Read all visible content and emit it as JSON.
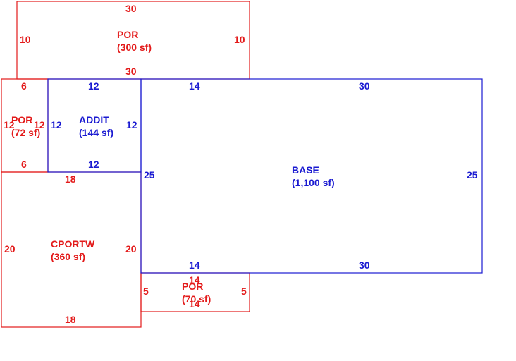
{
  "colors": {
    "por": "#e31a1a",
    "main": "#1a1ad1"
  },
  "areas": {
    "por_top": {
      "name": "POR",
      "size": "(300 sf)",
      "dims": [
        "30",
        "10",
        "10",
        "30"
      ]
    },
    "por_left": {
      "name": "POR",
      "size": "(72 sf)",
      "dims": [
        "6",
        "12",
        "12",
        "6"
      ]
    },
    "addit": {
      "name": "ADDIT",
      "size": "(144 sf)",
      "dims": [
        "12",
        "12",
        "12",
        "12"
      ]
    },
    "base": {
      "name": "BASE",
      "size": "(1,100 sf)",
      "dims": [
        "14",
        "30",
        "25",
        "25",
        "14",
        "30"
      ]
    },
    "cportw": {
      "name": "CPORTW",
      "size": "(360 sf)",
      "dims": [
        "18",
        "20",
        "20",
        "18"
      ]
    },
    "por_bottom": {
      "name": "POR",
      "size": "(70 sf)",
      "dims": [
        "14",
        "5",
        "5",
        "14"
      ]
    }
  }
}
